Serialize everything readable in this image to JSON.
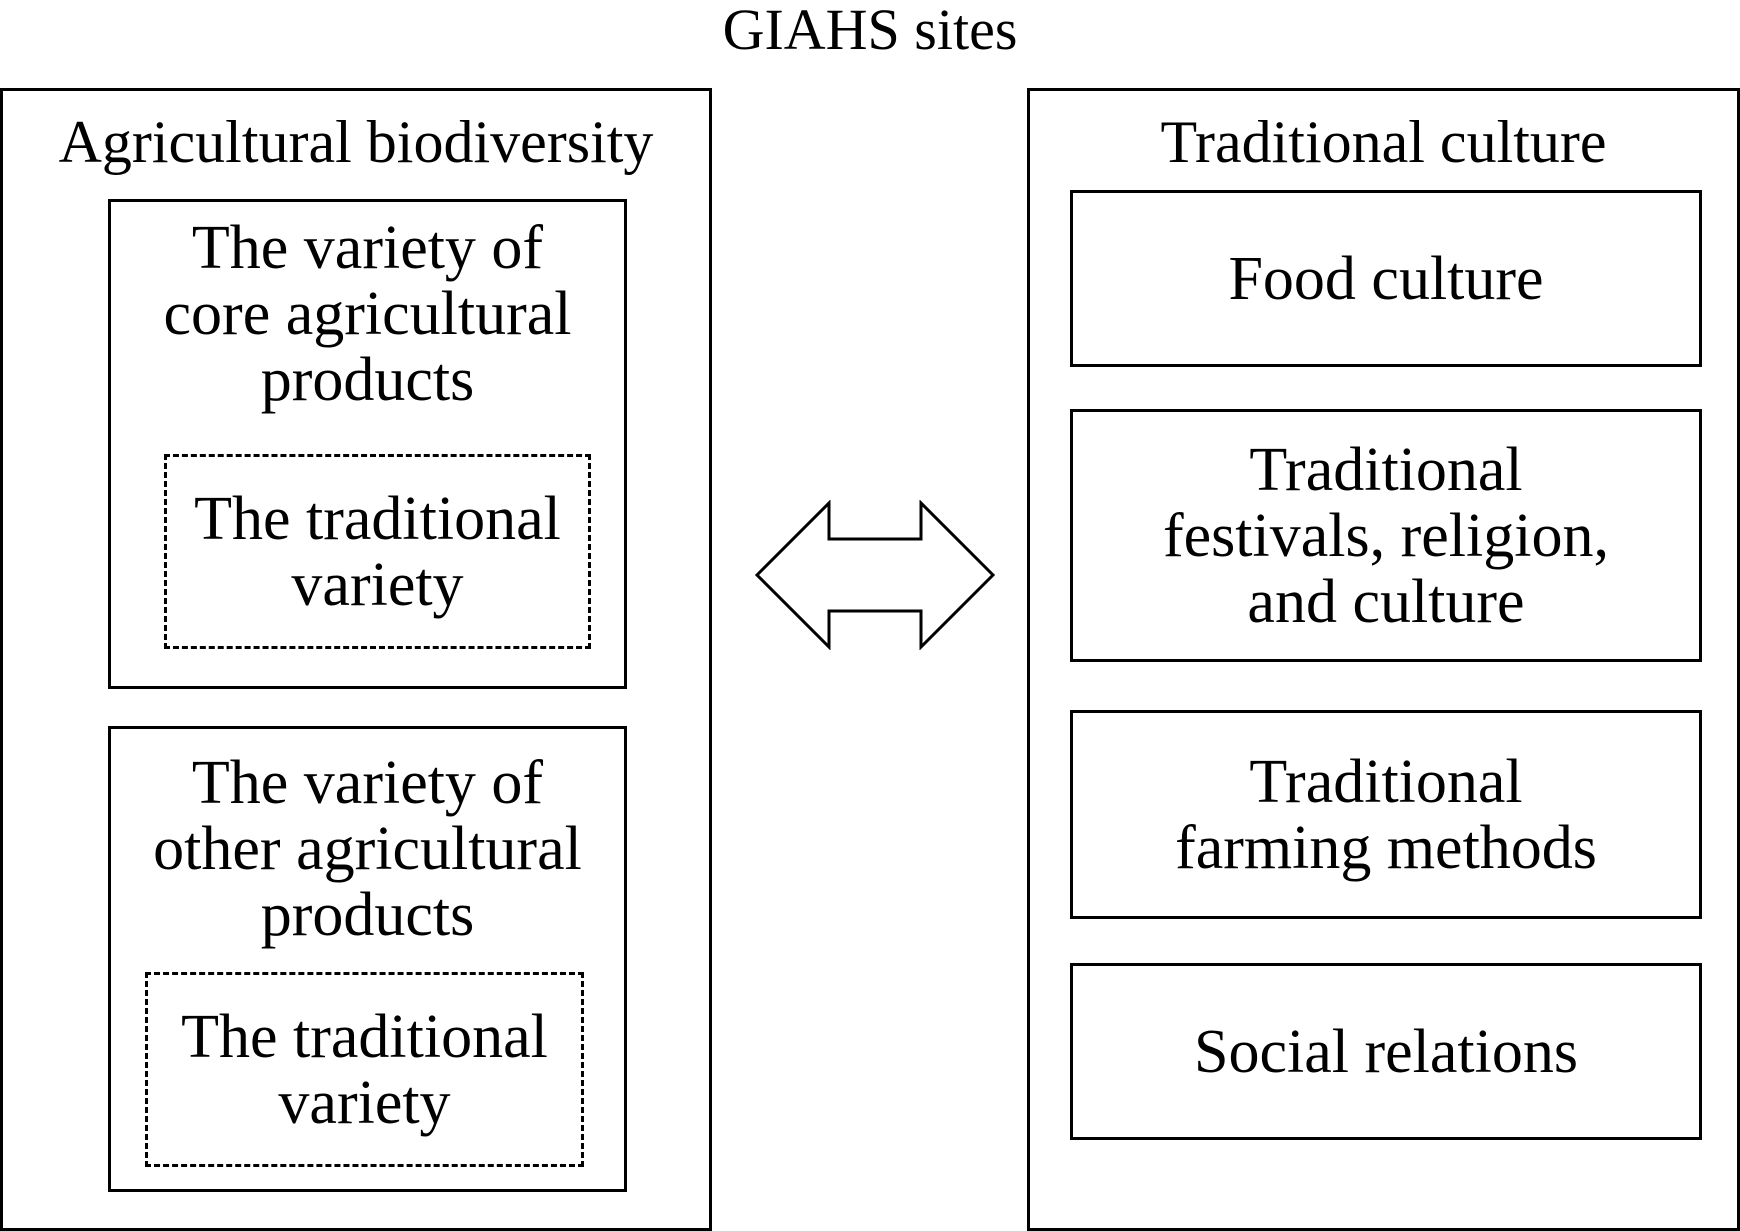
{
  "diagram": {
    "title": "GIAHS sites",
    "left_panel": {
      "heading": "Agricultural biodiversity",
      "groups": [
        {
          "label": "The variety of\ncore agricultural\nproducts",
          "inner_label": "The traditional\nvariety"
        },
        {
          "label": "The variety of\nother agricultural\nproducts",
          "inner_label": "The traditional\nvariety"
        }
      ]
    },
    "right_panel": {
      "heading": "Traditional culture",
      "items": [
        {
          "label": "Food culture"
        },
        {
          "label": "Traditional\nfestivals, religion,\nand culture"
        },
        {
          "label": "Traditional\nfarming methods"
        },
        {
          "label": "Social relations"
        }
      ]
    },
    "connector": {
      "icon": "double-headed-arrow-icon"
    }
  }
}
